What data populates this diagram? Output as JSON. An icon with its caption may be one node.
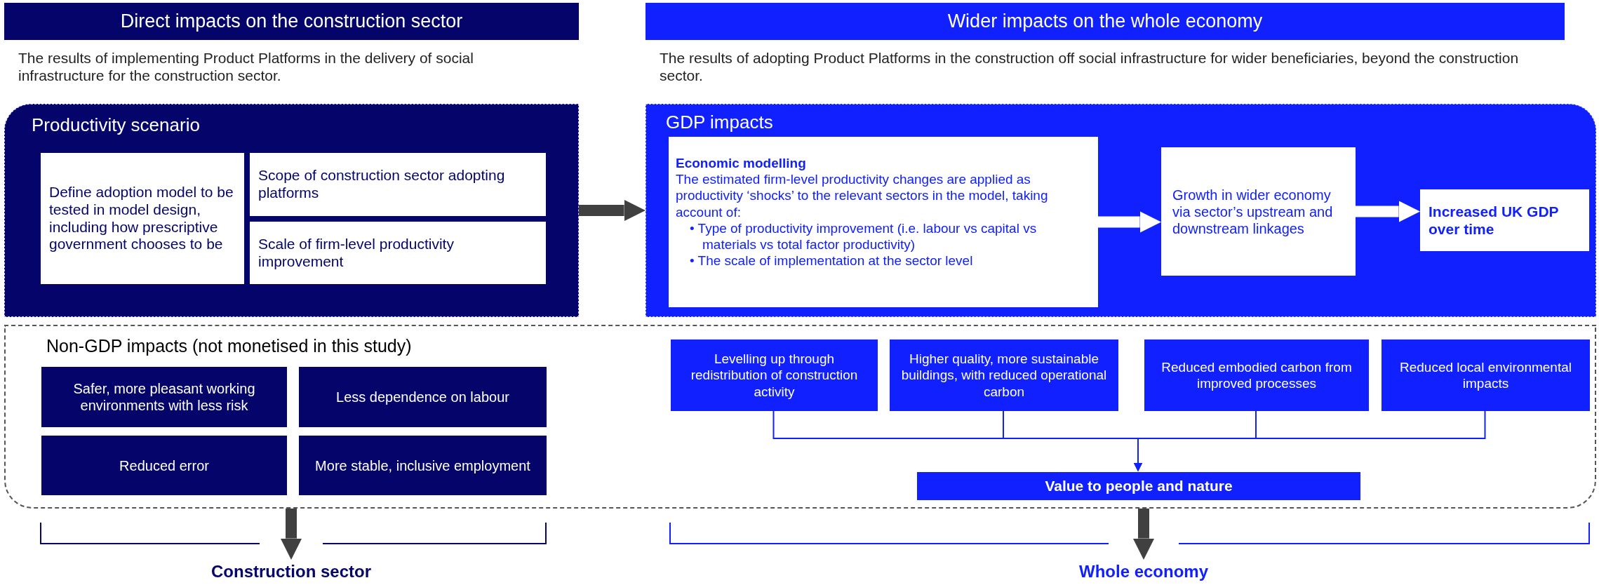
{
  "diagram": {
    "nodes": [
      {
        "text": [
          "Direct impacts on the construction sector"
        ],
        "beside": [
          "The results of implementing Product Platforms in the delivery of social infrastructure for the construction sector."
        ]
      },
      {
        "text": [
          "Productivity scenario"
        ]
      },
      {
        "text": [
          "Define adoption model to be tested in model design, including how prescriptive government chooses to be"
        ],
        "in": 1
      },
      {
        "text": [
          "Scope of construction sector adopting platforms"
        ],
        "in": 1
      },
      {
        "text": [
          "Scale of firm-level productivity improvement"
        ],
        "in": 1
      },
      {
        "text": [
          "Wider impacts on the whole economy"
        ],
        "beside": [
          "The results of adopting Product Platforms in the construction off social infrastructure for wider beneficiaries, beyond the construction sector."
        ]
      },
      {
        "text": [
          "GDP impacts"
        ]
      },
      {
        "text": [
          "Economic modelling",
          "The estimated firm-level productivity changes are applied as productivity ‘shocks’ to the relevant sectors in the model, taking account of:",
          "• Type of productivity improvement (i.e. labour vs capital vs materials vs total factor productivity)",
          "• The scale of implementation at the sector level"
        ],
        "in": 6
      },
      {
        "text": [
          "Growth in wider economy via sector’s upstream and downstream linkages"
        ],
        "in": 6
      },
      {
        "text": [
          "Increased UK GDP over time"
        ],
        "in": 6
      },
      {
        "text": [
          "Non-GDP impacts (not monetised in this study)"
        ]
      },
      {
        "text": [
          "Safer, more pleasant working environments with less risk"
        ],
        "in": 10
      },
      {
        "text": [
          "Less dependence on labour"
        ],
        "in": 10
      },
      {
        "text": [
          "Reduced error"
        ],
        "in": 10
      },
      {
        "text": [
          "More stable, inclusive employment"
        ],
        "in": 10
      },
      {
        "text": [
          "Levelling up through redistribution of construction activity"
        ],
        "in": 10
      },
      {
        "text": [
          "Higher quality, more sustainable buildings, with reduced operational carbon"
        ],
        "in": 10
      },
      {
        "text": [
          "Reduced embodied carbon from improved processes"
        ],
        "in": 10
      },
      {
        "text": [
          "Reduced local environmental impacts"
        ],
        "in": 10
      },
      {
        "text": [
          "Value to people and nature"
        ],
        "in": 10
      },
      {
        "text": [
          "Construction sector"
        ]
      },
      {
        "text": [
          "Whole economy"
        ]
      }
    ],
    "edges": [
      {
        "from": 1,
        "to": 6,
        "arrow": "to",
        "color": "#404040"
      },
      {
        "from": 7,
        "to": 8,
        "arrow": "to",
        "color": "#ffffff"
      },
      {
        "from": 8,
        "to": 9,
        "arrow": "to",
        "color": "#ffffff"
      },
      {
        "from": 15,
        "to": 19,
        "arrow": "to"
      },
      {
        "from": 16,
        "to": 19,
        "arrow": "to"
      },
      {
        "from": 17,
        "to": 19,
        "arrow": "to"
      },
      {
        "from": 18,
        "to": 19,
        "arrow": "to"
      },
      {
        "from": 10,
        "to": 20,
        "arrow": "to",
        "color": "#404040"
      },
      {
        "from": 10,
        "to": 21,
        "arrow": "to",
        "color": "#404040"
      }
    ]
  }
}
